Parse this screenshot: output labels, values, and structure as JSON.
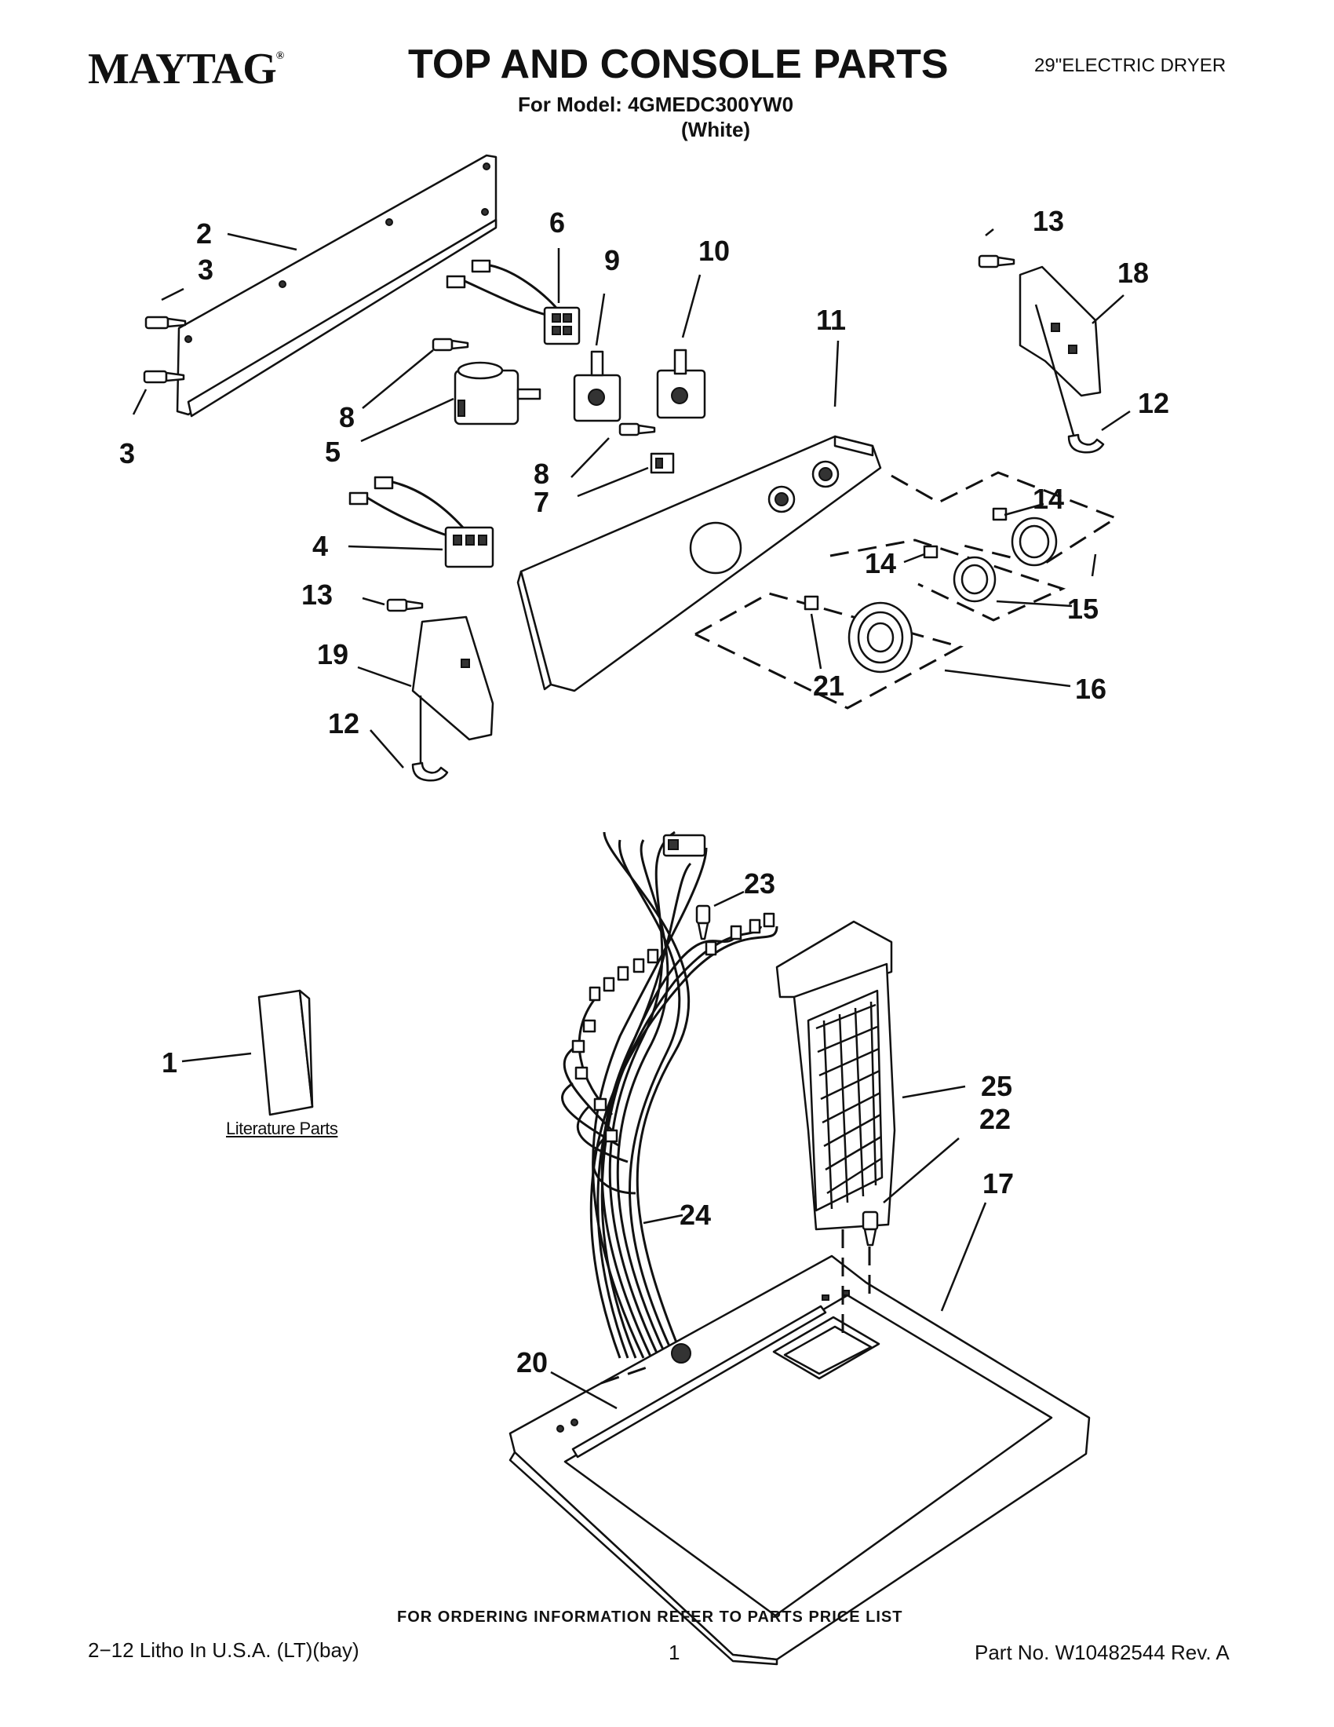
{
  "header": {
    "brand": "MAYTAG",
    "brand_mark": "®",
    "title": "TOP AND CONSOLE PARTS",
    "model_line": "For Model: 4GMEDC300YW0",
    "color_line": "(White)",
    "product": "29\"ELECTRIC DRYER"
  },
  "callouts": [
    "1",
    "2",
    "3",
    "3",
    "4",
    "5",
    "6",
    "7",
    "8",
    "8",
    "9",
    "10",
    "11",
    "12",
    "12",
    "13",
    "13",
    "14",
    "14",
    "15",
    "16",
    "17",
    "18",
    "19",
    "20",
    "21",
    "22",
    "23",
    "24",
    "25"
  ],
  "literature_label": "Literature Parts",
  "footer": {
    "ordering": "FOR ORDERING INFORMATION REFER TO PARTS PRICE LIST",
    "litho": "2−12 Litho In U.S.A. (LT)(bay)",
    "page": "1",
    "part_no": "Part No. W10482544 Rev. A"
  }
}
